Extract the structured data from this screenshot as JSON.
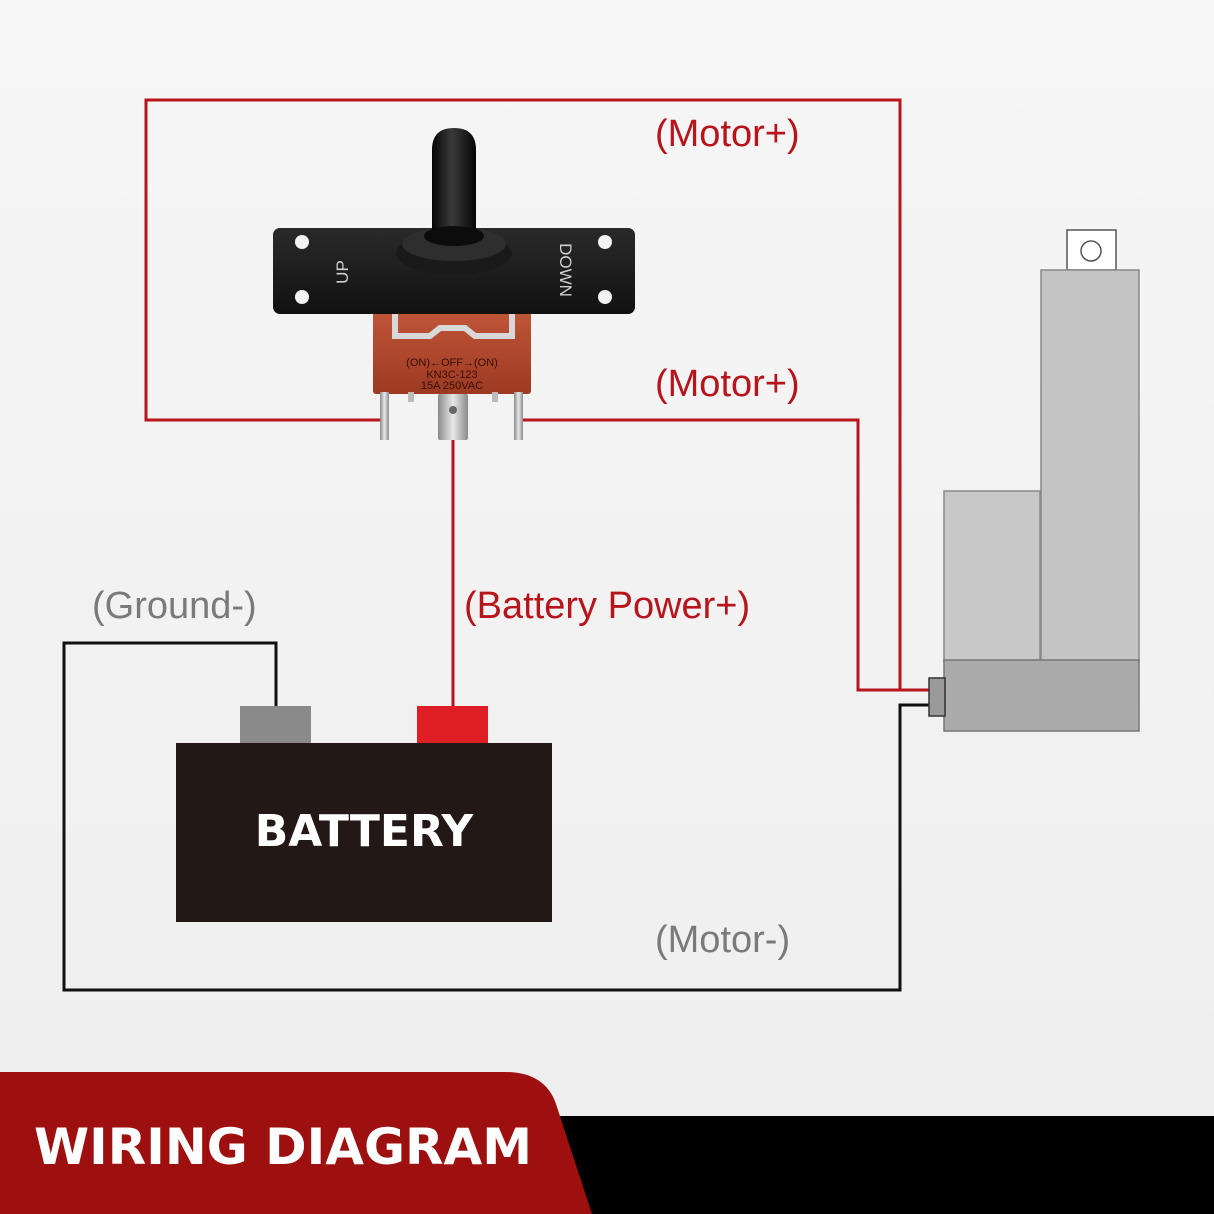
{
  "colors": {
    "wire_red": "#b8141c",
    "wire_black": "#111111",
    "label_gray": "#7a7a7a",
    "footer_red": "#9e0f0f",
    "footer_black": "#000000",
    "battery_body": "#231815",
    "terminal_positive": "#e01e25",
    "terminal_negative": "#8a8a8a"
  },
  "labels": {
    "motor_plus_top": "(Motor+)",
    "motor_plus_mid": "(Motor+)",
    "battery_power": "(Battery Power+)",
    "ground": "(Ground-)",
    "motor_minus": "(Motor-)"
  },
  "switch": {
    "plate_up": "UP",
    "plate_down": "DOWN",
    "body_line1": "(ON)←OFF→(ON)",
    "body_line2": "KN3C-123",
    "body_line3": "15A 250VAC"
  },
  "battery": {
    "label": "BATTERY"
  },
  "footer": {
    "title": "WIRING DIAGRAM"
  }
}
